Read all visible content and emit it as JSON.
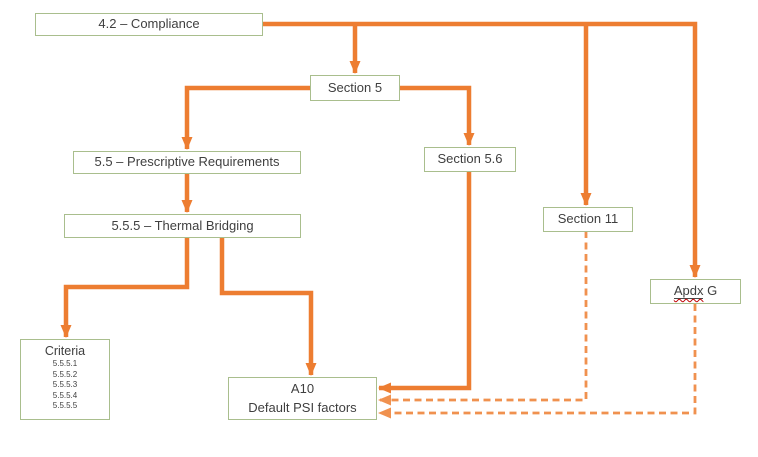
{
  "diagram": {
    "colors": {
      "background": "#FFFFFF",
      "arrow": "#ED7D31",
      "arrow_dashed": "#F0914F",
      "box_border": "#A9BE8D",
      "box_text": "#3F3F3F",
      "spellcheck": "#C00000"
    },
    "nodes": {
      "compliance": {
        "label": "4.2 – Compliance"
      },
      "section5": {
        "label": "Section 5"
      },
      "prescriptive_requirements": {
        "label": "5.5 – Prescriptive Requirements"
      },
      "section56": {
        "label": "Section 5.6"
      },
      "thermal_bridging": {
        "label": "5.5.5 – Thermal Bridging"
      },
      "section11": {
        "label": "Section 11"
      },
      "apdx_g": {
        "label_underlined": "Apdx",
        "label_rest": " G"
      },
      "criteria": {
        "title": "Criteria",
        "items": [
          "5.5.5.1",
          "5.5.5.2",
          "5.5.5.3",
          "5.5.5.4",
          "5.5.5.5"
        ]
      },
      "a10": {
        "line1": "A10",
        "line2": "Default PSI factors"
      }
    }
  }
}
